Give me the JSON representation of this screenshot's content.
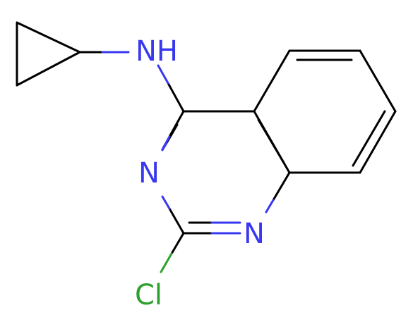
{
  "molecule": {
    "atoms": {
      "nh": {
        "label": "NH",
        "color": "#3838f0"
      },
      "n3": {
        "label": "N",
        "color": "#3838f0"
      },
      "n1": {
        "label": "N",
        "color": "#3838f0"
      },
      "cl": {
        "label": "Cl",
        "color": "#2ca02c"
      }
    },
    "bond_color": "#000000",
    "background": "#ffffff"
  }
}
